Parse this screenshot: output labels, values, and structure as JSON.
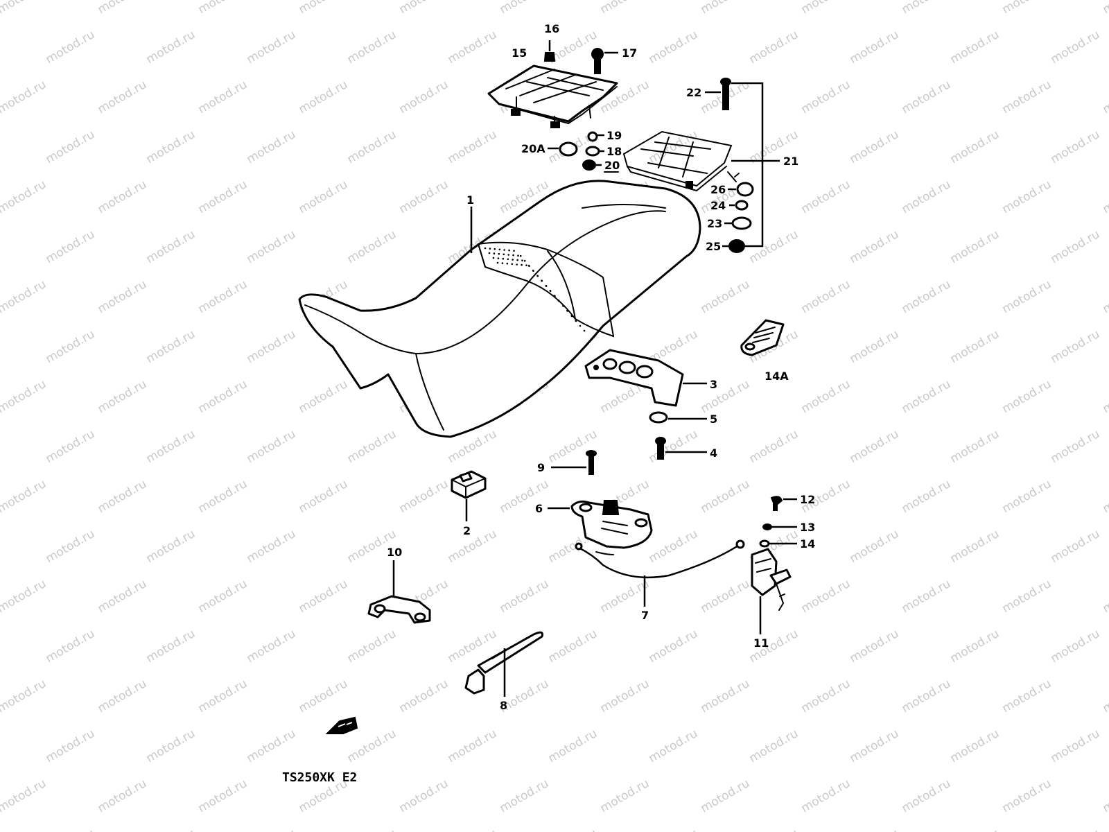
{
  "diagram": {
    "code": "TS250XK E2",
    "watermark": "motod.ru",
    "ink_color": "#000000",
    "paper_color": "#ffffff",
    "watermark_color": "#c9c9c9"
  },
  "labels": {
    "p1": "1",
    "p2": "2",
    "p3": "3",
    "p4": "4",
    "p5": "5",
    "p6": "6",
    "p7": "7",
    "p8": "8",
    "p9": "9",
    "p10": "10",
    "p11": "11",
    "p12": "12",
    "p13": "13",
    "p14": "14",
    "p14a": "14A",
    "p15": "15",
    "p16": "16",
    "p17": "17",
    "p18": "18",
    "p19": "19",
    "p20": "20",
    "p20a": "20A",
    "p21": "21",
    "p22": "22",
    "p23": "23",
    "p24": "24",
    "p25": "25",
    "p26": "26"
  }
}
